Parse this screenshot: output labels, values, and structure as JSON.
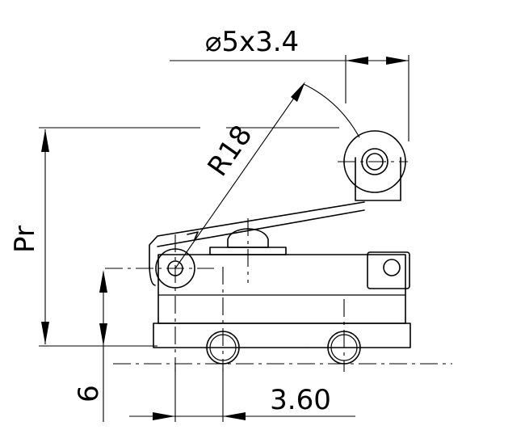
{
  "dimensions": {
    "diameter": "⌀5x3.4",
    "radius": "R18",
    "pr": "Pr",
    "height": "6",
    "spacing": "3.60"
  }
}
